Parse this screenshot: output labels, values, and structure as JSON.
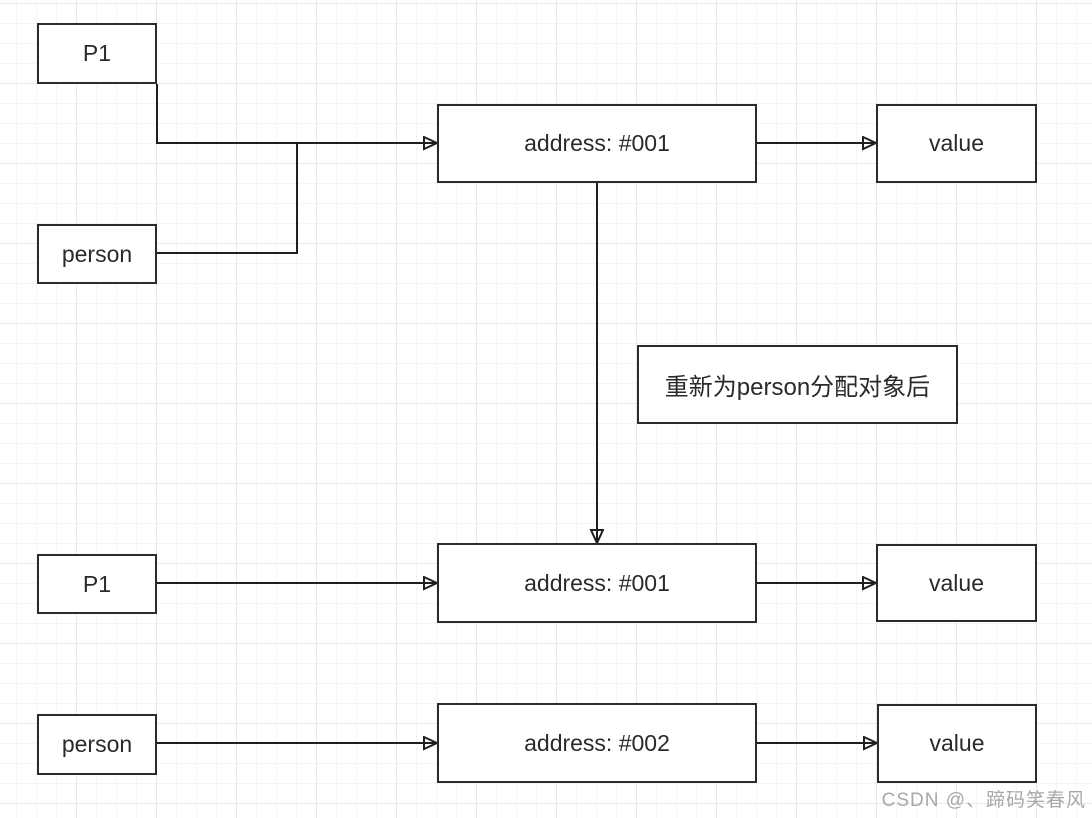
{
  "nodes": {
    "p1_top": "P1",
    "person_top": "person",
    "addr1_top": "address: #001",
    "value_top": "value",
    "note": "重新为person分配对象后",
    "p1_mid": "P1",
    "addr1_mid": "address: #001",
    "value_mid": "value",
    "person_bot": "person",
    "addr2_bot": "address: #002",
    "value_bot": "value"
  },
  "connectors": [
    {
      "from": "p1_top",
      "to": "addr1_top",
      "arrow": true
    },
    {
      "from": "person_top",
      "to": "addr1_top",
      "arrow": false,
      "note": "merges into p1_top edge"
    },
    {
      "from": "addr1_top",
      "to": "value_top",
      "arrow": true
    },
    {
      "from": "addr1_top",
      "to": "addr1_mid",
      "arrow": true
    },
    {
      "from": "p1_mid",
      "to": "addr1_mid",
      "arrow": true
    },
    {
      "from": "addr1_mid",
      "to": "value_mid",
      "arrow": true
    },
    {
      "from": "person_bot",
      "to": "addr2_bot",
      "arrow": true
    },
    {
      "from": "addr2_bot",
      "to": "value_bot",
      "arrow": true
    }
  ],
  "watermark": "CSDN @、蹄码笑春风",
  "colors": {
    "box_border": "#2b2b2b",
    "box_fill": "#ffffff",
    "text": "#2a2a2a",
    "arrow": "#1f1f1f",
    "grid_minor": "#f5f5f5",
    "grid_major": "#e9e9e9",
    "watermark": "#a8a8a8"
  }
}
